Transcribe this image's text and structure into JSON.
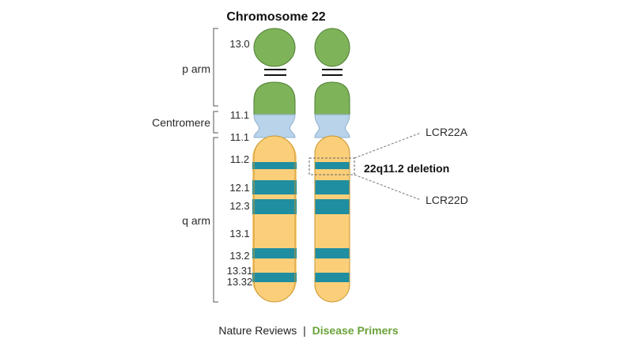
{
  "title": "Chromosome 22",
  "arms": {
    "p": "p arm",
    "centromere": "Centromere",
    "q": "q arm"
  },
  "bands": [
    "13.0",
    "11.1",
    "11.1",
    "11.2",
    "12.1",
    "12.3",
    "13.1",
    "13.2",
    "13.31",
    "13.32"
  ],
  "deletion_label": "22q11.2 deletion",
  "lcr_labels": {
    "a": "LCR22A",
    "d": "LCR22D"
  },
  "footer": {
    "journal": "Nature Reviews",
    "separator": "|",
    "series": "Disease Primers"
  },
  "colors": {
    "p_arm": "#7fb35a",
    "p_arm_stroke": "#4f7f33",
    "centromere": "#b8d3ea",
    "q_arm": "#fbcf7a",
    "q_stroke": "#c9962f",
    "dark_band": "#1f8ea0",
    "deletion_box": "#666666"
  }
}
